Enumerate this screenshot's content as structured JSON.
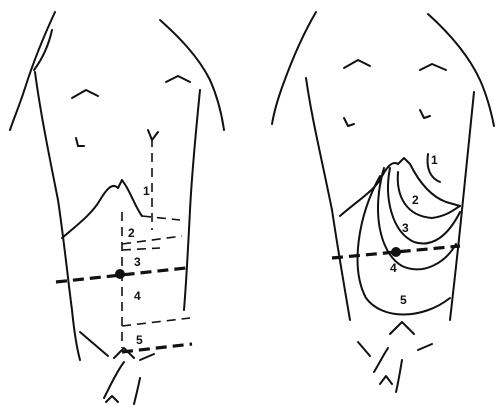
{
  "figures": [
    {
      "id": "left",
      "regions": [
        {
          "label": "1"
        },
        {
          "label": "2"
        },
        {
          "label": "3"
        },
        {
          "label": "4"
        },
        {
          "label": "5"
        }
      ]
    },
    {
      "id": "right",
      "regions": [
        {
          "label": "1"
        },
        {
          "label": "2"
        },
        {
          "label": "3"
        },
        {
          "label": "4"
        },
        {
          "label": "5"
        }
      ]
    }
  ]
}
